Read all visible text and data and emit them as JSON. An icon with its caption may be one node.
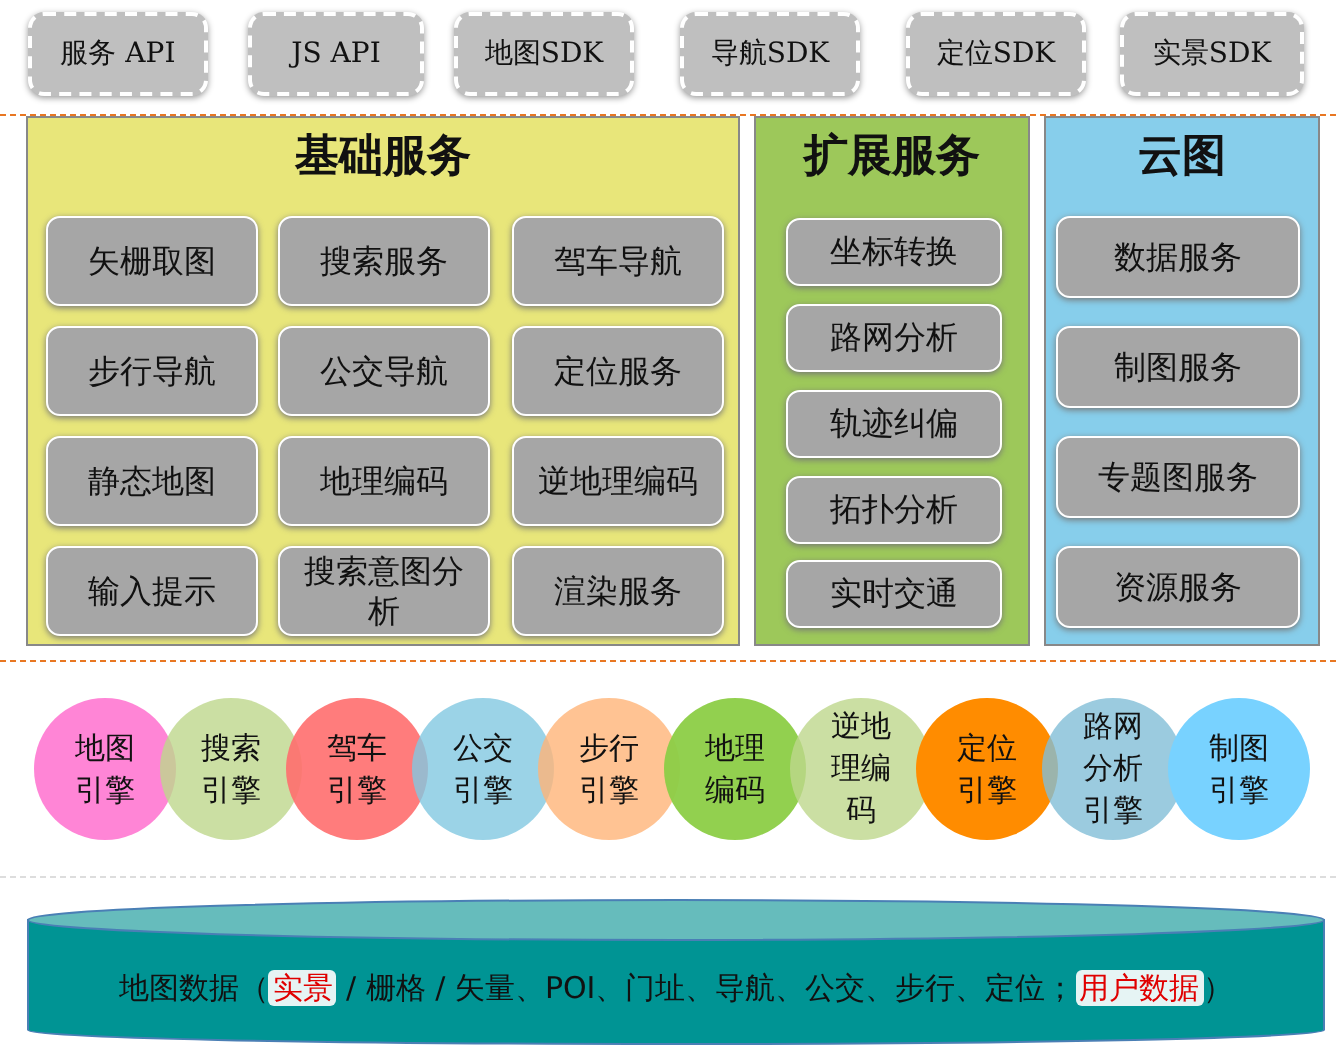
{
  "diagram": {
    "nodes": [
      {
        "text": [
          "服务 API"
        ]
      },
      {
        "text": [
          "JS API"
        ]
      },
      {
        "text": [
          "地图SDK"
        ]
      },
      {
        "text": [
          "导航SDK"
        ]
      },
      {
        "text": [
          "定位SDK"
        ]
      },
      {
        "text": [
          "实景SDK"
        ]
      },
      {
        "text": [
          "基础服务"
        ]
      },
      {
        "text": [
          "矢栅取图"
        ],
        "in": 6
      },
      {
        "text": [
          "搜索服务"
        ],
        "in": 6
      },
      {
        "text": [
          "驾车导航"
        ],
        "in": 6
      },
      {
        "text": [
          "步行导航"
        ],
        "in": 6
      },
      {
        "text": [
          "公交导航"
        ],
        "in": 6
      },
      {
        "text": [
          "定位服务"
        ],
        "in": 6
      },
      {
        "text": [
          "静态地图"
        ],
        "in": 6
      },
      {
        "text": [
          "地理编码"
        ],
        "in": 6
      },
      {
        "text": [
          "逆地理编码"
        ],
        "in": 6
      },
      {
        "text": [
          "输入提示"
        ],
        "in": 6
      },
      {
        "text": [
          "搜索意图分析"
        ],
        "in": 6
      },
      {
        "text": [
          "渲染服务"
        ],
        "in": 6
      },
      {
        "text": [
          "扩展服务"
        ]
      },
      {
        "text": [
          "坐标转换"
        ],
        "in": 19
      },
      {
        "text": [
          "路网分析"
        ],
        "in": 19
      },
      {
        "text": [
          "轨迹纠偏"
        ],
        "in": 19
      },
      {
        "text": [
          "拓扑分析"
        ],
        "in": 19
      },
      {
        "text": [
          "实时交通"
        ],
        "in": 19
      },
      {
        "text": [
          "云图"
        ]
      },
      {
        "text": [
          "数据服务"
        ],
        "in": 25
      },
      {
        "text": [
          "制图服务"
        ],
        "in": 25
      },
      {
        "text": [
          "专题图服务"
        ],
        "in": 25
      },
      {
        "text": [
          "资源服务"
        ],
        "in": 25
      },
      {
        "text": [
          "地图引擎"
        ]
      },
      {
        "text": [
          "搜索引擎"
        ]
      },
      {
        "text": [
          "驾车引擎"
        ]
      },
      {
        "text": [
          "公交引擎"
        ]
      },
      {
        "text": [
          "步行引擎"
        ]
      },
      {
        "text": [
          "地理编码"
        ]
      },
      {
        "text": [
          "逆地理编码"
        ]
      },
      {
        "text": [
          "定位引擎"
        ]
      },
      {
        "text": [
          "路网分析引擎"
        ]
      },
      {
        "text": [
          "制图引擎"
        ]
      },
      {
        "text": [
          "地图数据（**实景** / 栅格 / 矢量、POI、门址、导航、公交、步行、定位；**用户数据**）"
        ]
      }
    ]
  }
}
